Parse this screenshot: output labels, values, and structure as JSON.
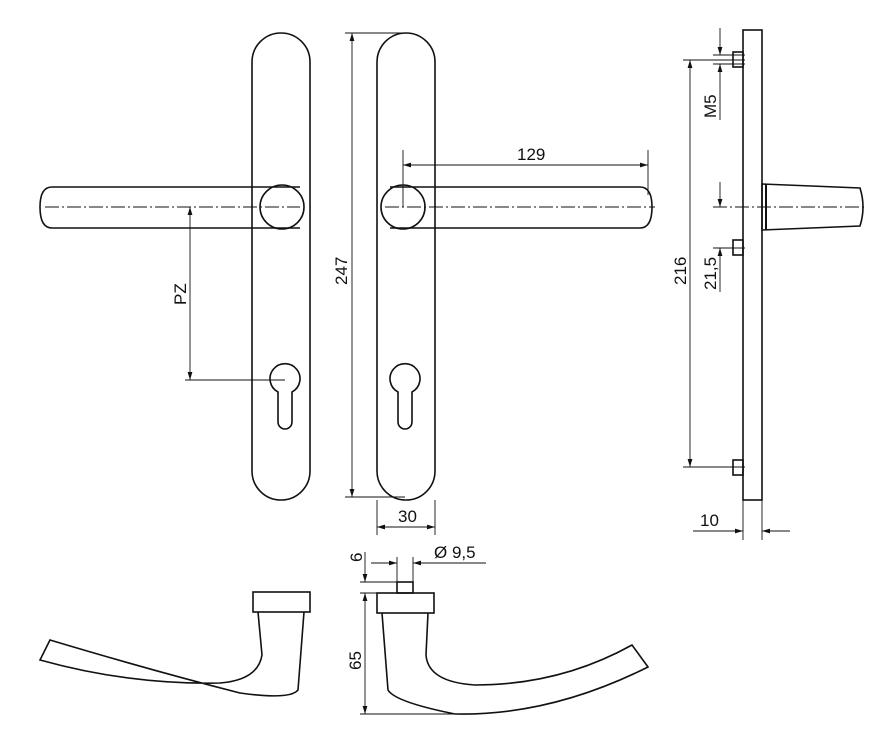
{
  "title": "Door handle set technical drawing",
  "dimensions": {
    "handle_length": "129",
    "plate_height": "247",
    "pz": "PZ",
    "plate_width": "30",
    "thread": "M5",
    "screw_spacing": "216",
    "screw_offset": "21,5",
    "plate_thickness": "10",
    "pin_height": "6",
    "pin_diameter": "Ø 9,5",
    "handle_projection": "65"
  },
  "colors": {
    "line": "#111111",
    "background": "#ffffff"
  }
}
